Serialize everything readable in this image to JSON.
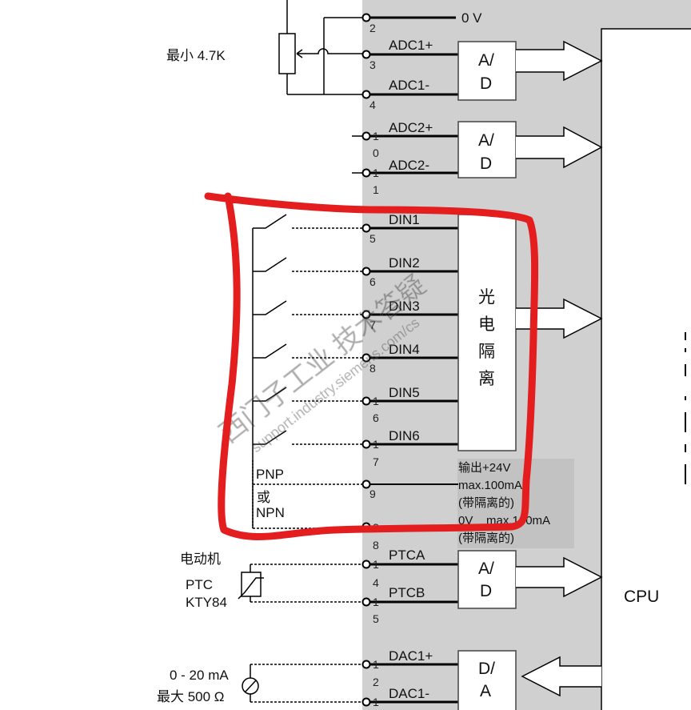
{
  "left_labels": {
    "pot": "最小 4.7K",
    "pnp": "PNP",
    "or": "或",
    "npn": "NPN",
    "motor": "电动机",
    "ptc": "PTC",
    "kty": "KTY84",
    "current": "0 - 20 mA",
    "max_load": "最大 500 Ω"
  },
  "signals": {
    "zero_v": "0 V",
    "adc1p": "ADC1+",
    "adc1m": "ADC1-",
    "adc2p": "ADC2+",
    "adc2m": "ADC2-",
    "din1": "DIN1",
    "din2": "DIN2",
    "din3": "DIN3",
    "din4": "DIN4",
    "din5": "DIN5",
    "din6": "DIN6",
    "ptca": "PTCA",
    "ptcb": "PTCB",
    "dac1p": "DAC1+",
    "dac1m": "DAC1-"
  },
  "terminals": {
    "t2": "2",
    "t3": "3",
    "t4": "4",
    "t10a": "1",
    "t10b": "0",
    "t11a": "1",
    "t11b": "1",
    "t5": "5",
    "t6": "6",
    "t7": "7",
    "t8": "8",
    "t16a": "1",
    "t16b": "6",
    "t17a": "1",
    "t17b": "7",
    "t9": "9",
    "t28a": "2",
    "t28b": "8",
    "t14a": "1",
    "t14b": "4",
    "t15a": "1",
    "t15b": "5",
    "t12a": "1",
    "t12b": "2",
    "t13a": "1"
  },
  "blocks": {
    "ad_top": "A/",
    "ad_bot": "D",
    "da_top": "D/",
    "da_bot": "A",
    "opto": [
      "光",
      "电",
      "隔",
      "离"
    ],
    "cpu": "CPU"
  },
  "output_note": {
    "l1": "输出+24V",
    "l2": "max.100mA",
    "l3": "(带隔离的)",
    "l4": "0V    max.100mA",
    "l5": "(带隔离的)"
  },
  "watermark": {
    "l1": "西门子工业 技术答疑",
    "l2": "support.industry.siemens.com/cs"
  },
  "colors": {
    "panel": "#d0d0d0",
    "note_bg": "#c2c2c2",
    "highlight": "#e41e1e"
  }
}
